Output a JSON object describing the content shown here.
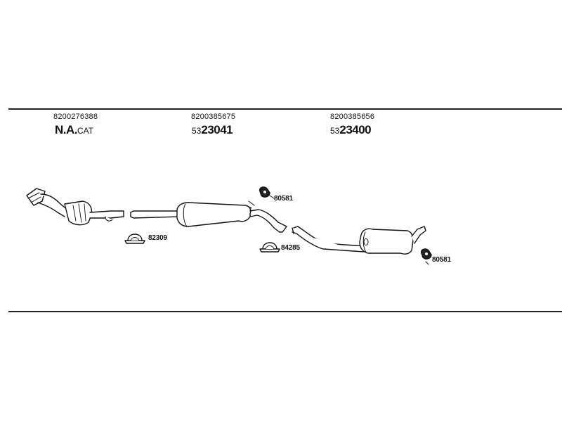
{
  "columns": [
    {
      "oem": "8200276388",
      "code_prefix": "",
      "code_main": "N.A.",
      "code_suffix": "CAT"
    },
    {
      "oem": "8200385675",
      "code_prefix": "53",
      "code_main": "23041",
      "code_suffix": ""
    },
    {
      "oem": "8200385656",
      "code_prefix": "53",
      "code_main": "23400",
      "code_suffix": ""
    }
  ],
  "parts": {
    "clamp_1": "82309",
    "clamp_2": "84285",
    "hanger_1": "80581",
    "hanger_2": "80581"
  }
}
